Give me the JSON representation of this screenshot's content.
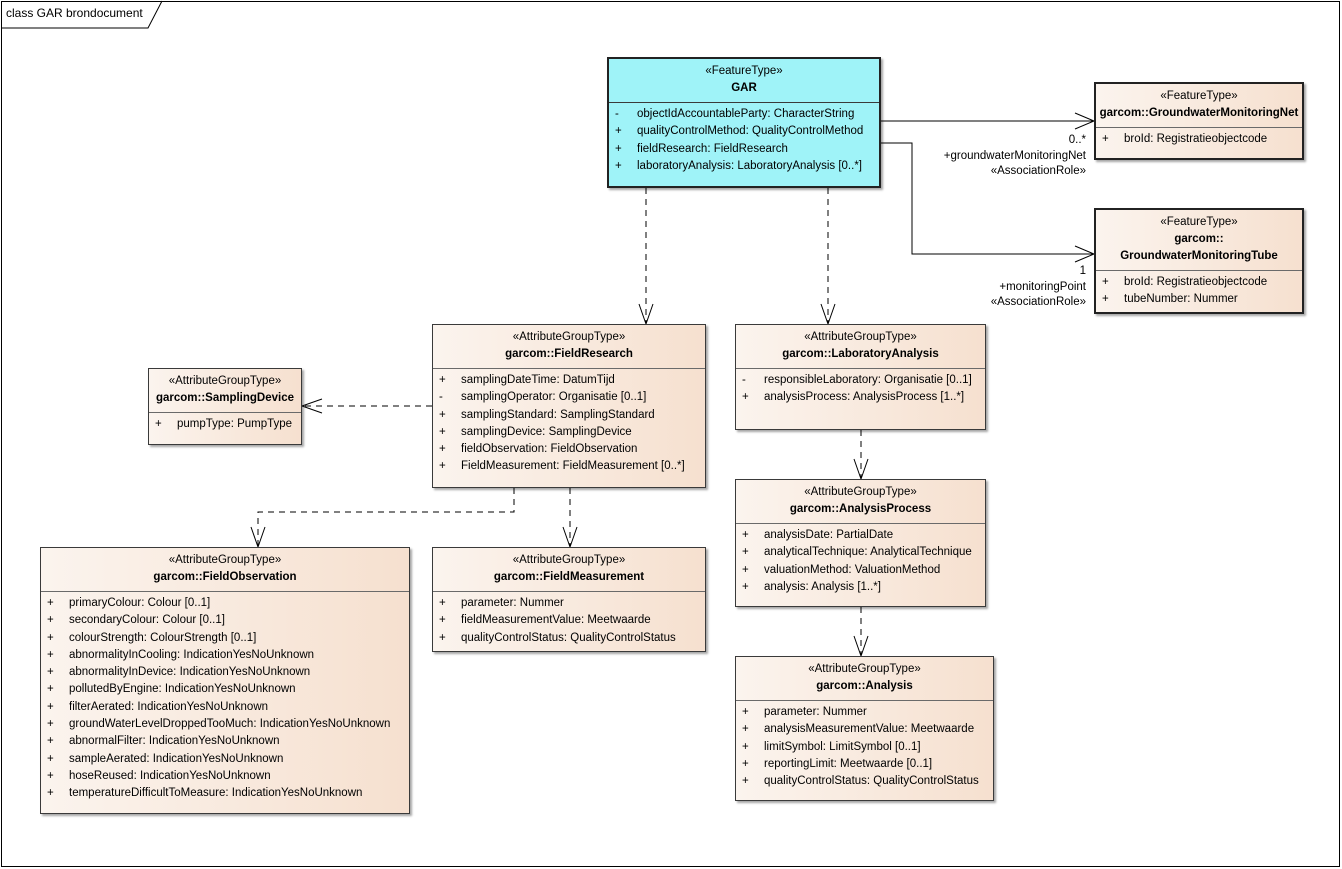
{
  "frame_title": "class GAR brondocument",
  "classes": {
    "gar": {
      "stereotype": "«FeatureType»",
      "name": "GAR",
      "attributes": [
        {
          "vis": "-",
          "text": "objectIdAccountableParty: CharacterString"
        },
        {
          "vis": "+",
          "text": "qualityControlMethod: QualityControlMethod"
        },
        {
          "vis": "+",
          "text": "fieldResearch: FieldResearch"
        },
        {
          "vis": "+",
          "text": "laboratoryAnalysis: LaboratoryAnalysis [0..*]"
        }
      ]
    },
    "monitoring_net": {
      "stereotype": "«FeatureType»",
      "name": "garcom::GroundwaterMonitoringNet",
      "attributes": [
        {
          "vis": "+",
          "text": "broId: Registratieobjectcode"
        }
      ]
    },
    "monitoring_tube": {
      "stereotype": "«FeatureType»",
      "name_line1": "garcom::",
      "name_line2": "GroundwaterMonitoringTube",
      "attributes": [
        {
          "vis": "+",
          "text": "broId: Registratieobjectcode"
        },
        {
          "vis": "+",
          "text": "tubeNumber: Nummer"
        }
      ]
    },
    "field_research": {
      "stereotype": "«AttributeGroupType»",
      "name": "garcom::FieldResearch",
      "attributes": [
        {
          "vis": "+",
          "text": "samplingDateTime: DatumTijd"
        },
        {
          "vis": "-",
          "text": "samplingOperator: Organisatie [0..1]"
        },
        {
          "vis": "+",
          "text": "samplingStandard: SamplingStandard"
        },
        {
          "vis": "+",
          "text": "samplingDevice: SamplingDevice"
        },
        {
          "vis": "+",
          "text": "fieldObservation: FieldObservation"
        },
        {
          "vis": "+",
          "text": "FieldMeasurement: FieldMeasurement [0..*]"
        }
      ]
    },
    "laboratory_analysis": {
      "stereotype": "«AttributeGroupType»",
      "name": "garcom::LaboratoryAnalysis",
      "attributes": [
        {
          "vis": "-",
          "text": "responsibleLaboratory: Organisatie [0..1]"
        },
        {
          "vis": "+",
          "text": "analysisProcess: AnalysisProcess [1..*]"
        }
      ]
    },
    "sampling_device": {
      "stereotype": "«AttributeGroupType»",
      "name": "garcom::SamplingDevice",
      "attributes": [
        {
          "vis": "+",
          "text": "pumpType: PumpType"
        }
      ]
    },
    "analysis_process": {
      "stereotype": "«AttributeGroupType»",
      "name": "garcom::AnalysisProcess",
      "attributes": [
        {
          "vis": "+",
          "text": "analysisDate: PartialDate"
        },
        {
          "vis": "+",
          "text": "analyticalTechnique: AnalyticalTechnique"
        },
        {
          "vis": "+",
          "text": "valuationMethod: ValuationMethod"
        },
        {
          "vis": "+",
          "text": "analysis: Analysis [1..*]"
        }
      ]
    },
    "field_observation": {
      "stereotype": "«AttributeGroupType»",
      "name": "garcom::FieldObservation",
      "attributes": [
        {
          "vis": "+",
          "text": "primaryColour: Colour [0..1]"
        },
        {
          "vis": "+",
          "text": "secondaryColour: Colour [0..1]"
        },
        {
          "vis": "+",
          "text": "colourStrength: ColourStrength [0..1]"
        },
        {
          "vis": "+",
          "text": "abnormalityInCooling: IndicationYesNoUnknown"
        },
        {
          "vis": "+",
          "text": "abnormalityInDevice: IndicationYesNoUnknown"
        },
        {
          "vis": "+",
          "text": "pollutedByEngine: IndicationYesNoUnknown"
        },
        {
          "vis": "+",
          "text": "filterAerated: IndicationYesNoUnknown"
        },
        {
          "vis": "+",
          "text": "groundWaterLevelDroppedTooMuch: IndicationYesNoUnknown"
        },
        {
          "vis": "+",
          "text": "abnormalFilter: IndicationYesNoUnknown"
        },
        {
          "vis": "+",
          "text": "sampleAerated: IndicationYesNoUnknown"
        },
        {
          "vis": "+",
          "text": "hoseReused: IndicationYesNoUnknown"
        },
        {
          "vis": "+",
          "text": "temperatureDifficultToMeasure: IndicationYesNoUnknown"
        }
      ]
    },
    "field_measurement": {
      "stereotype": "«AttributeGroupType»",
      "name": "garcom::FieldMeasurement",
      "attributes": [
        {
          "vis": "+",
          "text": "parameter: Nummer"
        },
        {
          "vis": "+",
          "text": "fieldMeasurementValue: Meetwaarde"
        },
        {
          "vis": "+",
          "text": "qualityControlStatus: QualityControlStatus"
        }
      ]
    },
    "analysis": {
      "stereotype": "«AttributeGroupType»",
      "name": "garcom::Analysis",
      "attributes": [
        {
          "vis": "+",
          "text": "parameter: Nummer"
        },
        {
          "vis": "+",
          "text": "analysisMeasurementValue: Meetwaarde"
        },
        {
          "vis": "+",
          "text": "limitSymbol: LimitSymbol [0..1]"
        },
        {
          "vis": "+",
          "text": "reportingLimit: Meetwaarde [0..1]"
        },
        {
          "vis": "+",
          "text": "qualityControlStatus: QualityControlStatus"
        }
      ]
    }
  },
  "associations": {
    "net": {
      "multiplicity": "0..*",
      "role": "+groundwaterMonitoringNet",
      "stereotype": "«AssociationRole»"
    },
    "tube": {
      "multiplicity": "1",
      "role": "+monitoringPoint",
      "stereotype": "«AssociationRole»"
    }
  }
}
